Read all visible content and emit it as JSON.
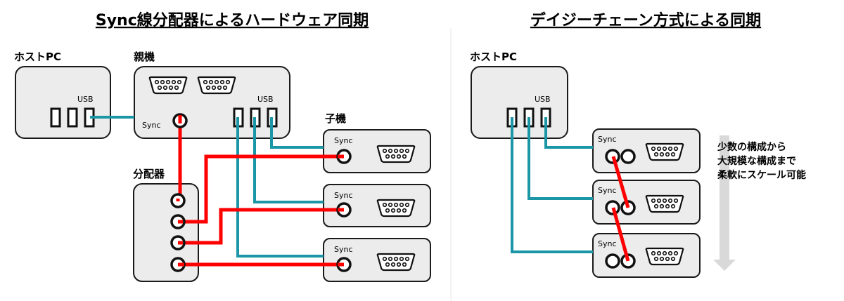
{
  "left_panel": {
    "title": "Sync線分配器によるハードウェア同期",
    "host_pc": {
      "label": "ホストPC",
      "usb_label": "USB",
      "usb_port_count": 3
    },
    "parent": {
      "label": "親機",
      "usb_label": "USB",
      "sync_label": "Sync",
      "usb_port_count": 3,
      "serial_connector_count": 2
    },
    "children": {
      "label": "子機",
      "items": [
        {
          "sync_label": "Sync"
        },
        {
          "sync_label": "Sync"
        },
        {
          "sync_label": "Sync"
        }
      ]
    },
    "distributor": {
      "label": "分配器",
      "jack_count": 4
    }
  },
  "right_panel": {
    "title": "デイジーチェーン方式による同期",
    "host_pc": {
      "label": "ホストPC",
      "usb_label": "USB",
      "usb_port_count": 3
    },
    "children": [
      {
        "sync_label": "Sync"
      },
      {
        "sync_label": "Sync"
      },
      {
        "sync_label": "Sync"
      }
    ],
    "note_lines": [
      "少数の構成から",
      "大規模な構成まで",
      "柔軟にスケール可能"
    ]
  },
  "colors": {
    "usb_cable": "#1b96a6",
    "sync_cable": "#ff0000",
    "device_fill": "#ececec",
    "arrow": "#d9d9d9"
  }
}
